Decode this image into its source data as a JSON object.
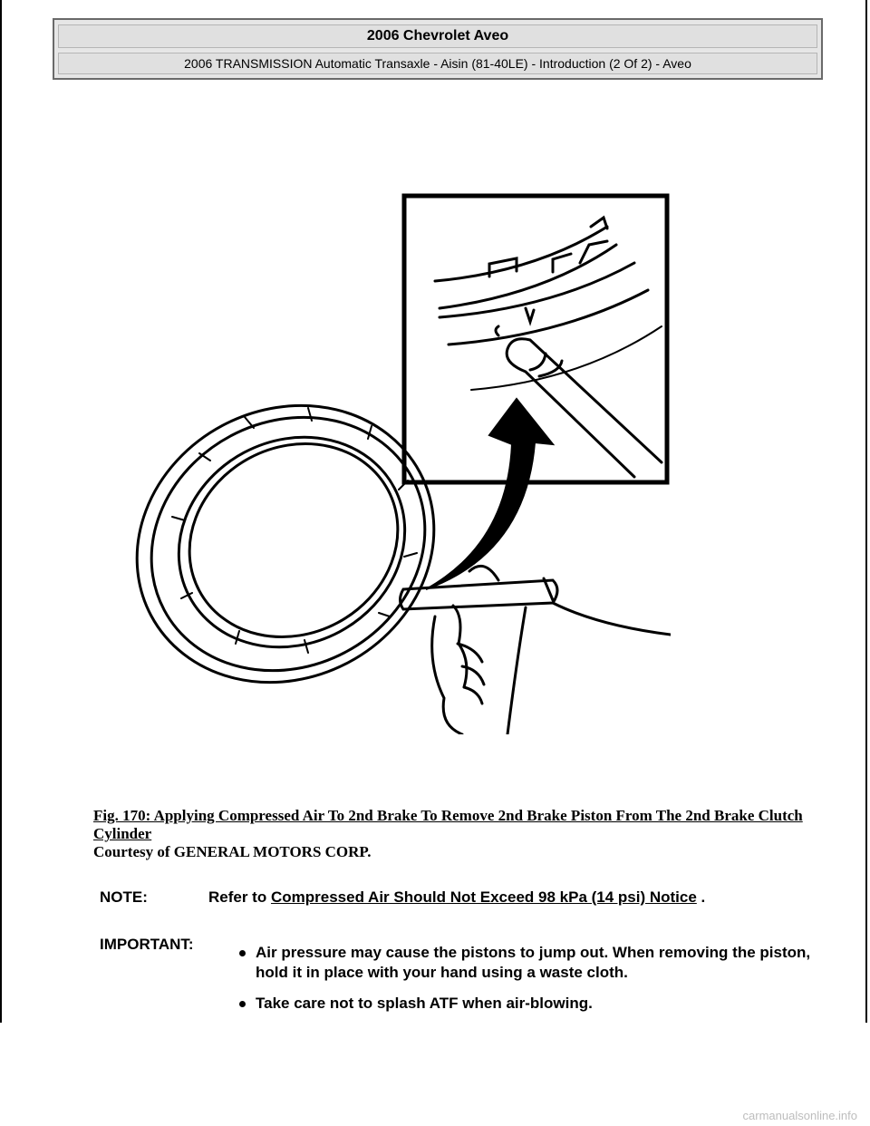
{
  "header": {
    "title": "2006 Chevrolet Aveo",
    "subtitle": "2006 TRANSMISSION Automatic Transaxle - Aisin (81-40LE) - Introduction (2 Of 2) - Aveo"
  },
  "figure": {
    "caption_link": "Fig. 170: Applying Compressed Air To 2nd Brake To Remove 2nd Brake Piston From The 2nd Brake Clutch Cylinder",
    "credit": "Courtesy of GENERAL MOTORS CORP."
  },
  "note": {
    "label": "NOTE:",
    "prefix": "Refer to ",
    "link": "Compressed Air Should Not Exceed 98 kPa (14 psi) Notice",
    "suffix": " ."
  },
  "important": {
    "label": "IMPORTANT:",
    "items": [
      "Air pressure may cause the pistons to jump out. When removing the piston, hold it in place with your hand using a waste cloth.",
      "Take care not to splash ATF when air-blowing."
    ]
  },
  "footer": {
    "watermark": "carmanualsonline.info"
  }
}
